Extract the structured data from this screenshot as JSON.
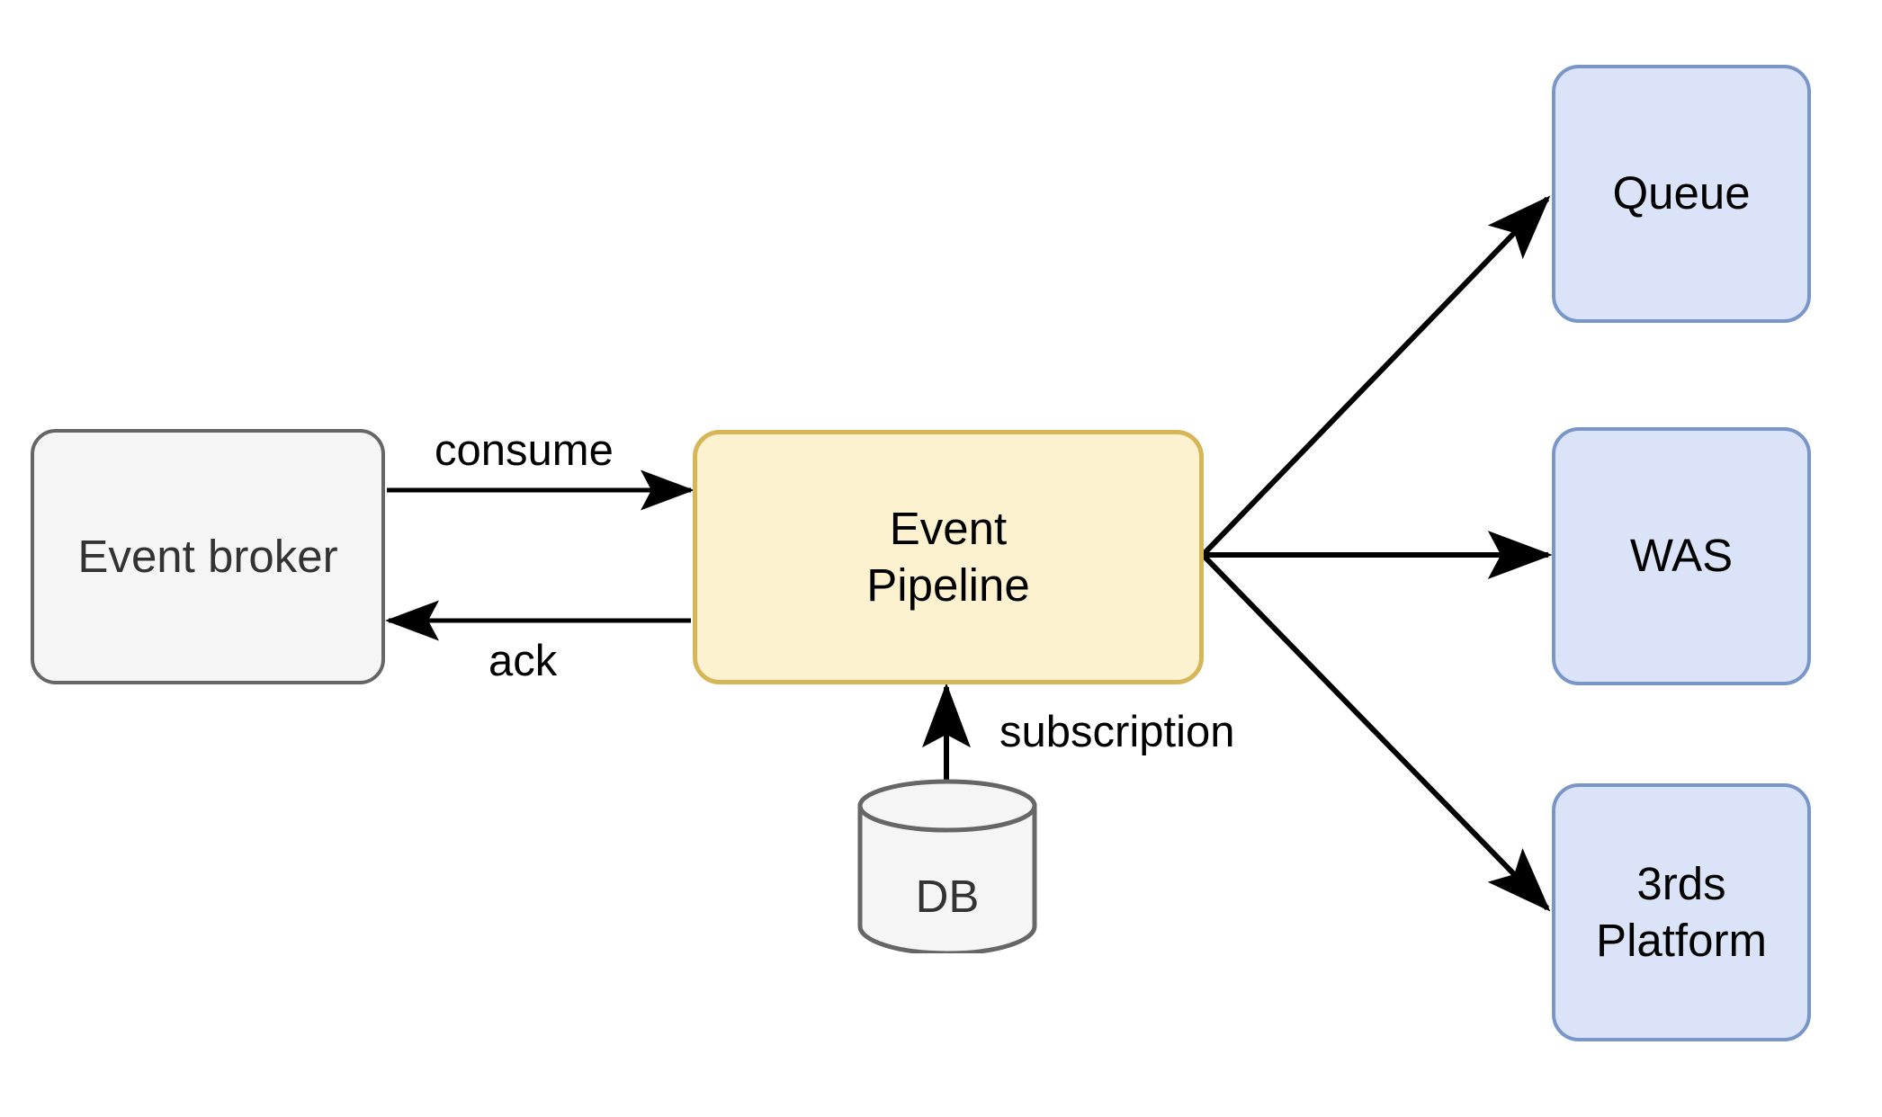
{
  "diagram": {
    "title": "Event Pipeline architecture",
    "background": "#ffffff",
    "colors": {
      "grey_fill": "#f5f5f5",
      "grey_stroke": "#666666",
      "yellow_fill": "#fcf2d0",
      "yellow_stroke": "#d6b656",
      "blue_fill": "#dae3f7",
      "blue_stroke": "#7a96c9",
      "edge_stroke": "#000000",
      "text": "#333333"
    },
    "nodes": [
      {
        "id": "event-broker",
        "label": "Event broker",
        "shape": "rounded-rect",
        "style": "grey"
      },
      {
        "id": "event-pipeline",
        "label": "Event\nPipeline",
        "shape": "rounded-rect",
        "style": "yellow"
      },
      {
        "id": "db",
        "label": "DB",
        "shape": "cylinder",
        "style": "grey"
      },
      {
        "id": "queue",
        "label": "Queue",
        "shape": "rounded-rect",
        "style": "blue"
      },
      {
        "id": "was",
        "label": "WAS",
        "shape": "rounded-rect",
        "style": "blue"
      },
      {
        "id": "third-party",
        "label": "3rds\nPlatform",
        "shape": "rounded-rect",
        "style": "blue"
      }
    ],
    "edges": [
      {
        "id": "consume",
        "from": "event-broker",
        "to": "event-pipeline",
        "label": "consume",
        "arrow": "end"
      },
      {
        "id": "ack",
        "from": "event-pipeline",
        "to": "event-broker",
        "label": "ack",
        "arrow": "end"
      },
      {
        "id": "subscription",
        "from": "db",
        "to": "event-pipeline",
        "label": "subscription",
        "arrow": "end"
      },
      {
        "id": "to-queue",
        "from": "event-pipeline",
        "to": "queue",
        "label": "",
        "arrow": "end"
      },
      {
        "id": "to-was",
        "from": "event-pipeline",
        "to": "was",
        "label": "",
        "arrow": "end"
      },
      {
        "id": "to-third",
        "from": "event-pipeline",
        "to": "third-party",
        "label": "",
        "arrow": "end"
      }
    ],
    "labels": {
      "event_broker": "Event broker",
      "event_pipeline": "Event\nPipeline",
      "db": "DB",
      "queue": "Queue",
      "was": "WAS",
      "third_party": "3rds\nPlatform",
      "edge_consume": "consume",
      "edge_ack": "ack",
      "edge_subscription": "subscription"
    }
  }
}
